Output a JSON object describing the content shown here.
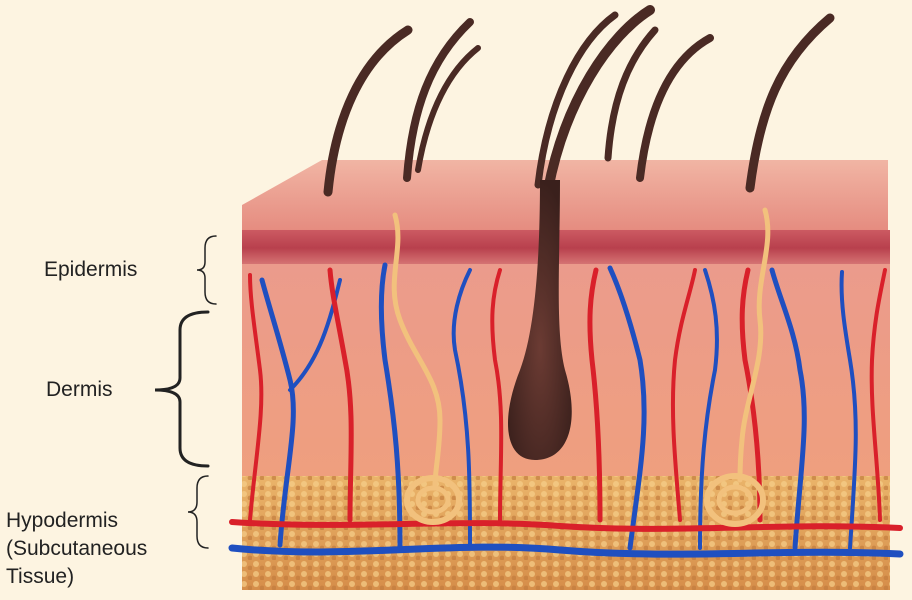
{
  "labels": {
    "epidermis": "Epidermis",
    "dermis": "Dermis",
    "hypodermis": [
      "Hypodermis",
      "(Subcutaneous",
      "Tissue)"
    ]
  },
  "colors": {
    "background": "#fdf4e1",
    "top_surface": "#e9a08f",
    "epidermis_layer": "#c7525c",
    "dermis": "#e99a8a",
    "hypodermis_fat": "#e9b56c",
    "hair": "#4a2a24",
    "artery": "#d9202a",
    "vein": "#1f4fc0",
    "nerve": "#f2c17d"
  },
  "icons": [
    "hair-strand-icon",
    "hair-follicle-icon",
    "sweat-gland-icon",
    "blood-vessel-icon",
    "curly-brace-icon"
  ]
}
